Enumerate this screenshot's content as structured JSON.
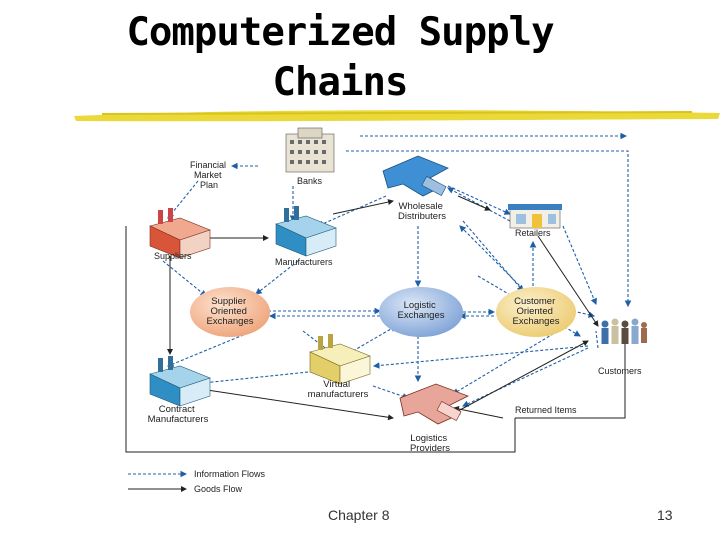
{
  "slide": {
    "title_line1": "Computerized Supply",
    "title_line2": "Chains",
    "footer_left": "Chapter 8",
    "page_number": "13"
  },
  "nodes": {
    "financial": [
      "Financial",
      "Market",
      "Plan"
    ],
    "banks": [
      "Banks"
    ],
    "wholesale": [
      "Wholesale",
      "Distributers"
    ],
    "retailers": [
      "Retailers"
    ],
    "suppliers": [
      "Suppliers"
    ],
    "manufacturers": [
      "Manufacturers"
    ],
    "supplier_exchanges": [
      "Supplier",
      "Oriented",
      "Exchanges"
    ],
    "logistic_exchanges": [
      "Logistic",
      "Exchanges"
    ],
    "customer_exchanges": [
      "Customer",
      "Oriented",
      "Exchanges"
    ],
    "customers": [
      "Customers"
    ],
    "contract": [
      "Contract",
      "Manufacturers"
    ],
    "virtual": [
      "Virtual",
      "manufacturers"
    ],
    "returned": [
      "Returned Items"
    ],
    "logistics_providers": [
      "Logistics",
      "Providers"
    ]
  },
  "legend": {
    "information_flows": "Information Flows",
    "goods_flow": "Goods Flow"
  },
  "colors": {
    "info_flow": "#1f5fa8",
    "goods_flow": "#222222",
    "accent_stroke": "#e8d82a",
    "supplier_exchange": "#f2b48a",
    "logistic_exchange": "#8fb0dc",
    "customer_exchange": "#f1d98c"
  }
}
